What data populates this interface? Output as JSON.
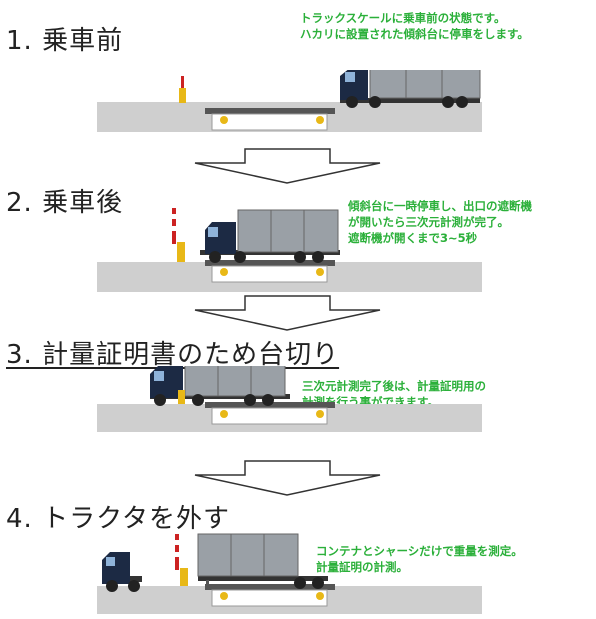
{
  "colors": {
    "note_green": "#2bb03a",
    "ground": "#cfcfcf",
    "platform": "#555555",
    "truck_cab": "#1c2a44",
    "container": "#9aa0a6",
    "gate_yellow": "#e8b817",
    "arrow": "#333333"
  },
  "steps": [
    {
      "title": "1. 乗車前",
      "notes": [
        "トラックスケールに乗車前の状態です。",
        "ハカリに設置された傾斜台に停車をします。"
      ]
    },
    {
      "title": "2. 乗車後",
      "notes": [
        "傾斜台に一時停車し、出口の遮断機",
        "が開いたら三次元計測が完了。",
        "遮断機が開くまで3~5秒"
      ]
    },
    {
      "title": "3. 計量証明書のため台切り",
      "notes": [
        "三次元計測完了後は、計量証明用の",
        "計測を行う事ができます。"
      ]
    },
    {
      "title": "4. トラクタを外す",
      "notes": [
        "コンテナとシャーシだけで重量を測定。",
        "計量証明の計測。"
      ]
    }
  ]
}
